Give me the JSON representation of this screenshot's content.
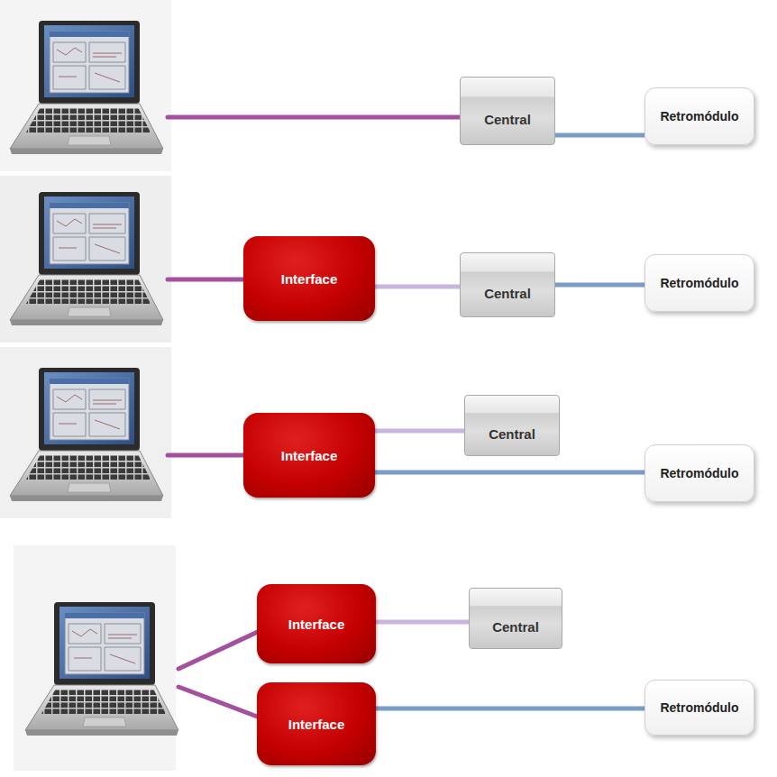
{
  "diagram": {
    "nodes": [
      {
        "text": [
          "Central"
        ]
      },
      {
        "text": [
          "Retromódulo"
        ]
      },
      {
        "text": [
          "Interface"
        ]
      },
      {
        "text": [
          "Central"
        ]
      },
      {
        "text": [
          "Retromódulo"
        ]
      },
      {
        "text": [
          "Interface"
        ]
      },
      {
        "text": [
          "Central"
        ]
      },
      {
        "text": [
          "Retromódulo"
        ]
      },
      {
        "text": [
          "Interface"
        ]
      },
      {
        "text": [
          "Central"
        ]
      },
      {
        "text": [
          "Interface"
        ]
      },
      {
        "text": [
          "Retromódulo"
        ]
      }
    ],
    "edges": [
      {
        "from": 0,
        "to": 1,
        "arrow": "none"
      },
      {
        "from": 2,
        "to": 3,
        "arrow": "none"
      },
      {
        "from": 3,
        "to": 4,
        "arrow": "none"
      },
      {
        "from": 5,
        "to": 6,
        "arrow": "none"
      },
      {
        "from": 5,
        "to": 7,
        "arrow": "none"
      },
      {
        "from": 8,
        "to": 9,
        "arrow": "none"
      },
      {
        "from": 10,
        "to": 11,
        "arrow": "none"
      }
    ]
  }
}
